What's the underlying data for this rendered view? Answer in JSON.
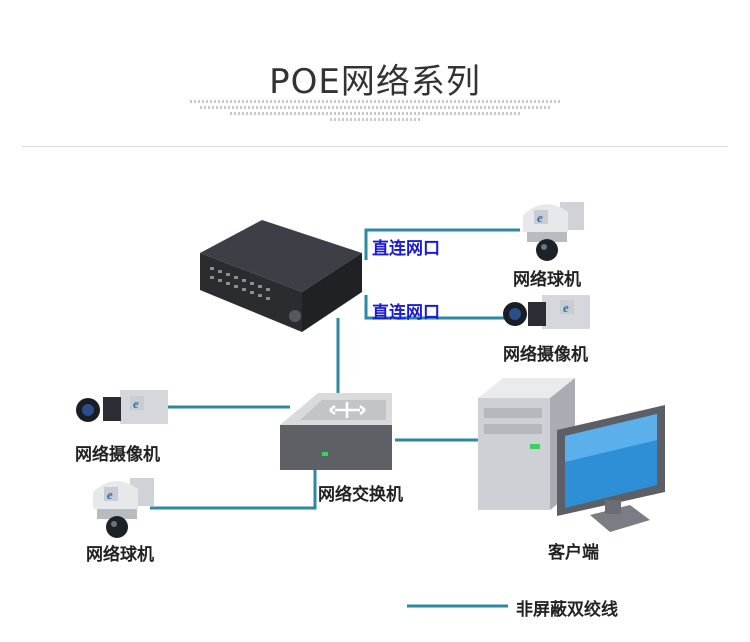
{
  "title": "POE网络系列",
  "labels": {
    "port_upper": "直连网口",
    "port_lower": "直连网口",
    "dome_right": "网络球机",
    "box_right": "网络摄像机",
    "box_left": "网络摄像机",
    "dome_left": "网络球机",
    "switch": "网络交换机",
    "client": "客户端"
  },
  "legend": {
    "label": "非屏蔽双绞线"
  },
  "colors": {
    "cable": "#2b8aa0",
    "port_text": "#1a1ad6",
    "monitor_screen": "#2f8fd6"
  }
}
